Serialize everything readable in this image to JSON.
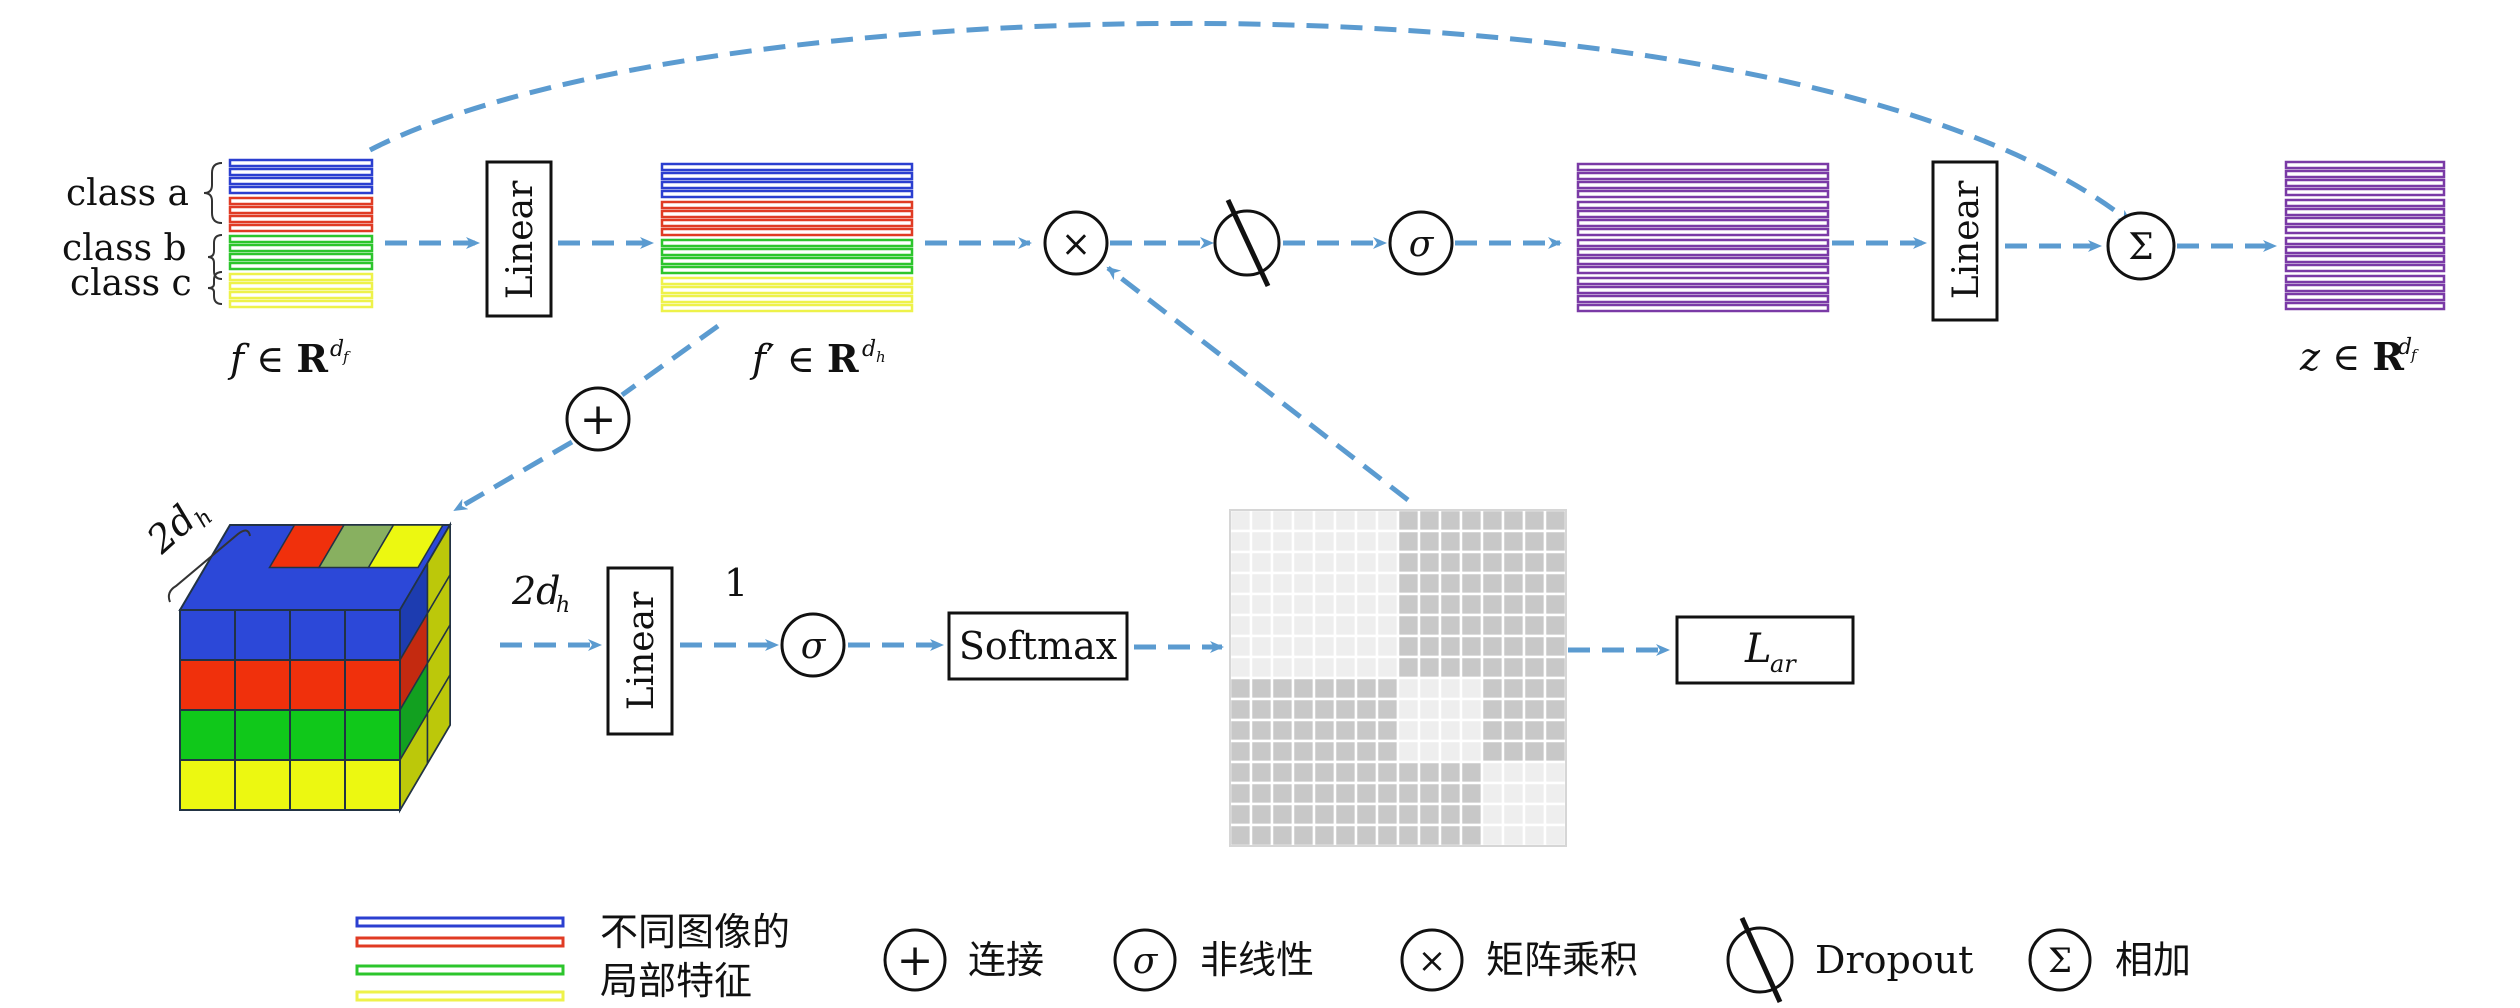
{
  "colors": {
    "arrow": "#5b9bd0",
    "blue": "#2b3fd0",
    "red": "#e03b24",
    "green": "#2cc52c",
    "yellow": "#eef24a",
    "purple": "#7a3aa6",
    "cube_blue": "#2c48d8",
    "cube_red": "#f0300c",
    "cube_green": "#10c81a",
    "cube_yellow": "#ecf811",
    "cube_side": "#bcc80a",
    "grid_light": "#eeeeee",
    "grid_dark": "#c8c8c8",
    "grid_line": "#d6d6d6"
  },
  "labels": {
    "class_a": "class a",
    "class_b": "class b",
    "class_c": "class c",
    "f_in": "f ∈ R",
    "f_sup": "d",
    "f_sub": "f",
    "fprime": "f′ ∈ R",
    "fprime_sup": "d",
    "fprime_sub": "h",
    "z_out": "z ∈ R",
    "z_sup": "d",
    "z_sub": "f",
    "linear": "Linear",
    "softmax": "Softmax",
    "two_dh_main": "2d",
    "two_dh_sub": "h",
    "one": "1",
    "loss_main": "L",
    "loss_sub": "ar"
  },
  "symbols": {
    "times": "×",
    "sigma": "σ",
    "plus": "+",
    "sum": "Σ"
  },
  "legend": {
    "features_line1": "不同图像的",
    "features_line2": "局部特征",
    "concat": "连接",
    "nonlinear": "非线性",
    "matmul": "矩阵乘积",
    "dropout": "Dropout",
    "add": "相加"
  }
}
